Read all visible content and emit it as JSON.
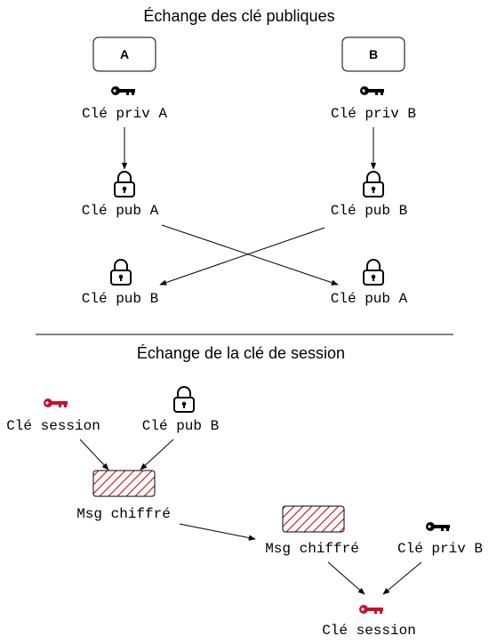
{
  "colors": {
    "session_key": "#c8102e",
    "key": "#000000",
    "hatch": "#cc0000"
  },
  "public_key_exchange": {
    "title": "Échange des clé publiques",
    "party_a": "A",
    "party_b": "B",
    "a_private": "Clé priv A",
    "b_private": "Clé priv B",
    "a_public": "Clé pub A",
    "b_public": "Clé pub B",
    "a_receives": "Clé pub B",
    "b_receives": "Clé pub A"
  },
  "session_key_exchange": {
    "title": "Échange de la clé de session",
    "session_key": "Clé session",
    "public_key_b": "Clé pub B",
    "encrypted_msg_1": "Msg chiffré",
    "encrypted_msg_2": "Msg chiffré",
    "private_key_b": "Clé priv B",
    "recovered_session_key": "Clé session"
  }
}
